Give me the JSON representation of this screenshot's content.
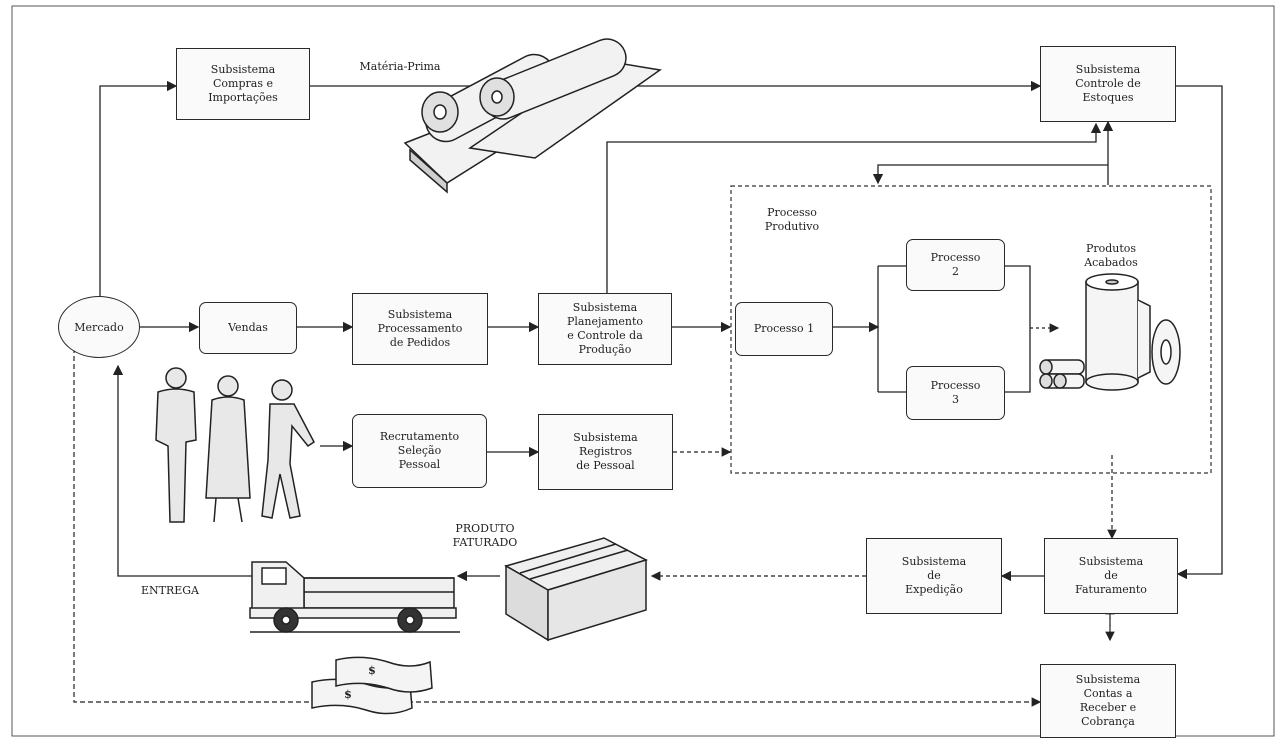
{
  "nodes": {
    "mercado": "Mercado",
    "vendas": "Vendas",
    "compras": "Subsistema\nCompras e\nImportações",
    "controle_estoques": "Subsistema\nControle de\nEstoques",
    "processamento_pedidos": "Subsistema\nProcessamento\nde Pedidos",
    "planejamento": "Subsistema\nPlanejamento\ne Controle da\nProdução",
    "processo1": "Processo 1",
    "processo2": "Processo\n2",
    "processo3": "Processo\n3",
    "recrutamento": "Recrutamento\nSeleção\nPessoal",
    "registros": "Subsistema\nRegistros\nde Pessoal",
    "expedicao": "Subsistema\nde\nExpedição",
    "faturamento": "Subsistema\nde\nFaturamento",
    "contas": "Subsistema\nContas a\nReceber e\nCobrança"
  },
  "labels": {
    "materia_prima": "Matéria-Prima",
    "processo_produtivo": "Processo\nProdutivo",
    "produtos_acabados": "Produtos\nAcabados",
    "produto_faturado": "PRODUTO\nFATURADO",
    "entrega": "ENTREGA",
    "dollar": "$"
  }
}
